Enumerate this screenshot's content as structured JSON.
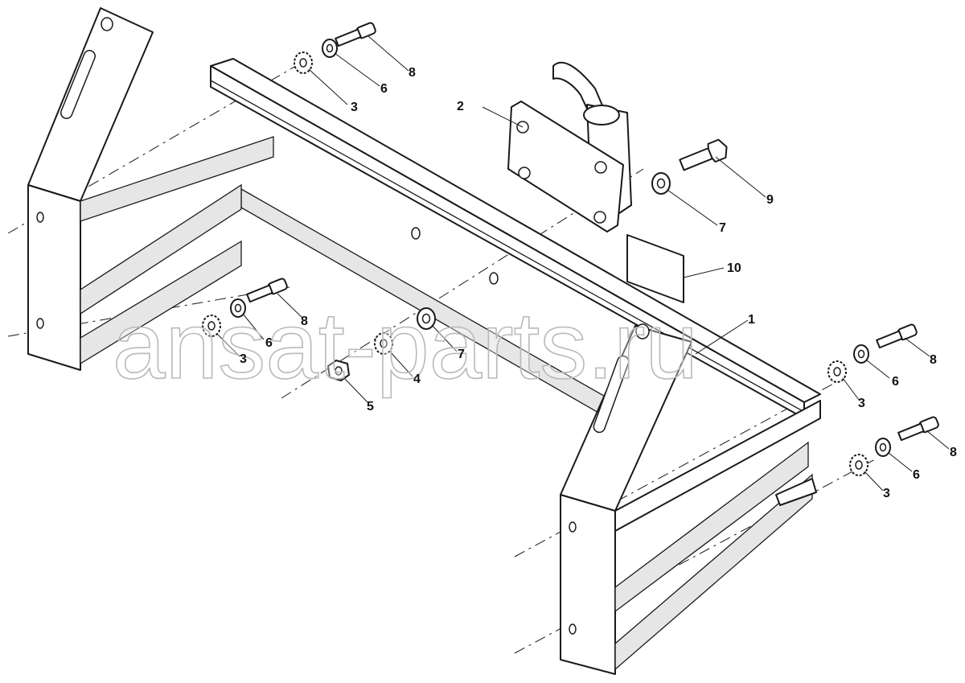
{
  "diagram": {
    "watermark": "ansat-parts.ru",
    "callouts": [
      {
        "id": "c-2",
        "label": "2"
      },
      {
        "id": "c-8a",
        "label": "8"
      },
      {
        "id": "c-6a",
        "label": "6"
      },
      {
        "id": "c-3a",
        "label": "3"
      },
      {
        "id": "c-9",
        "label": "9"
      },
      {
        "id": "c-7a",
        "label": "7"
      },
      {
        "id": "c-10",
        "label": "10"
      },
      {
        "id": "c-1",
        "label": "1"
      },
      {
        "id": "c-8b",
        "label": "8"
      },
      {
        "id": "c-6b",
        "label": "6"
      },
      {
        "id": "c-3b",
        "label": "3"
      },
      {
        "id": "c-7b",
        "label": "7"
      },
      {
        "id": "c-4",
        "label": "4"
      },
      {
        "id": "c-5",
        "label": "5"
      },
      {
        "id": "c-8c",
        "label": "8"
      },
      {
        "id": "c-6c",
        "label": "6"
      },
      {
        "id": "c-3c",
        "label": "3"
      },
      {
        "id": "c-8d",
        "label": "8"
      },
      {
        "id": "c-6d",
        "label": "6"
      },
      {
        "id": "c-3d",
        "label": "3"
      }
    ]
  }
}
